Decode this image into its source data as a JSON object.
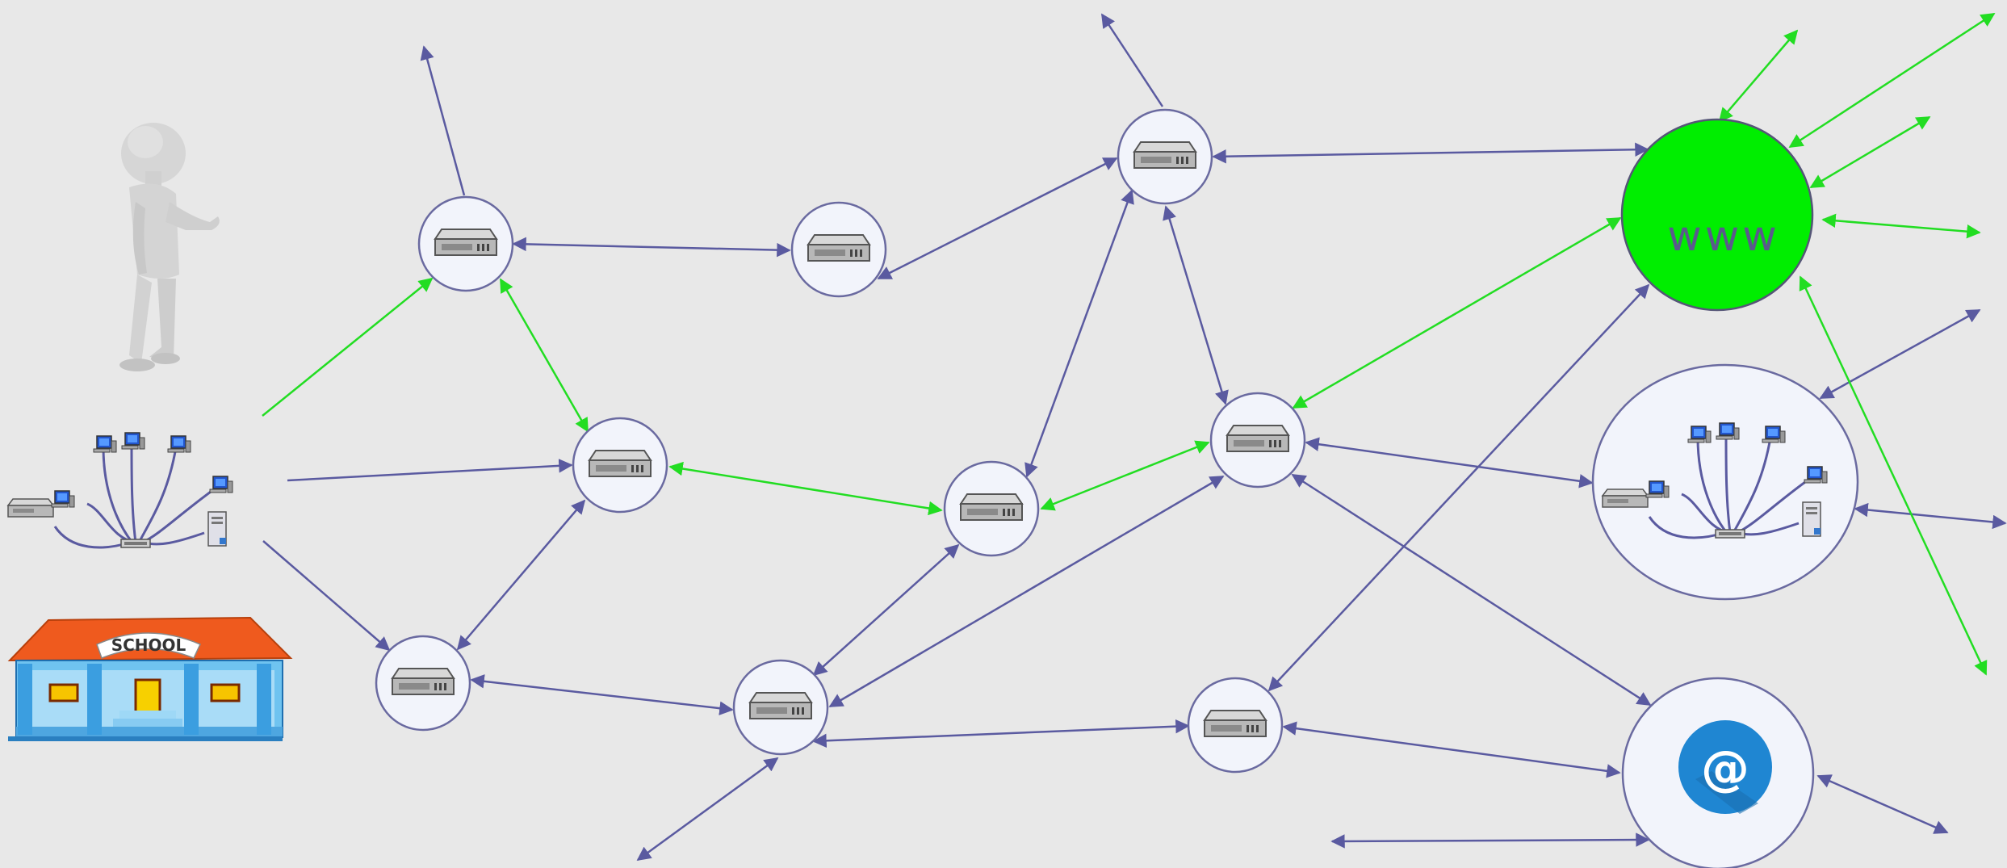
{
  "diagram": {
    "www_label": "www",
    "school_label": "SCHOOL",
    "email_symbol": "@",
    "colors": {
      "background": "#e8e8e8",
      "link": "#5a5aa0",
      "highlight_link": "#22dd22",
      "www_fill": "#00ee00",
      "node_fill": "#f2f4fb",
      "node_stroke": "#6a6aa0",
      "email_badge": "#1f86d2"
    },
    "nodes": [
      {
        "id": "router-1"
      },
      {
        "id": "router-2"
      },
      {
        "id": "router-3"
      },
      {
        "id": "router-4"
      },
      {
        "id": "router-5"
      },
      {
        "id": "router-6"
      },
      {
        "id": "router-7"
      },
      {
        "id": "router-8"
      },
      {
        "id": "router-9"
      },
      {
        "id": "router-10"
      },
      {
        "id": "www-server"
      },
      {
        "id": "lan-cloud"
      },
      {
        "id": "email-server"
      }
    ],
    "highlighted_route": [
      "home-user",
      "router-1",
      "router-3",
      "router-5",
      "router-8",
      "www-server"
    ]
  }
}
